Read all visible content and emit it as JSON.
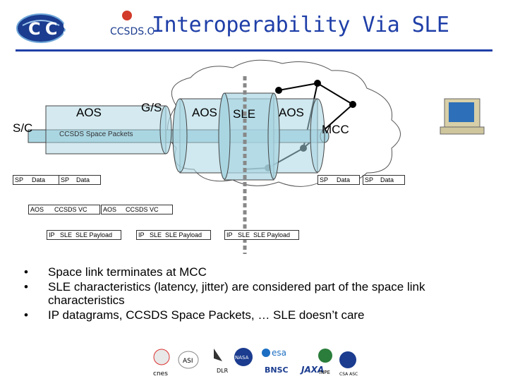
{
  "slide": {
    "title": "Interoperability Via SLE",
    "logo_text": "CCSDS.ORG",
    "colors": {
      "title": "#1f3fa8",
      "pipe": "#aad6e2",
      "aos_box": "#ffffff"
    }
  },
  "diagram": {
    "labels": {
      "sc": "S/C",
      "aos_left": "AOS",
      "gs": "G/S",
      "aos_mid": "AOS",
      "sle": "SLE",
      "aos_right": "AOS",
      "mcc": "MCC",
      "space_packets": "CCSDS Space Packets"
    },
    "stacks": {
      "row1": [
        {
          "sp": "SP",
          "data": "Data"
        },
        {
          "sp": "SP",
          "data": "Data"
        },
        {
          "sp": "SP",
          "data": "Data"
        },
        {
          "sp": "SP",
          "data": "Data"
        }
      ],
      "row2": [
        {
          "aos": "AOS",
          "vc": "CCSDS VC"
        },
        {
          "aos": "AOS",
          "vc": "CCSDS VC"
        }
      ],
      "row3": [
        {
          "ip": "IP",
          "sle": "SLE",
          "payload": "SLE Payload"
        },
        {
          "ip": "IP",
          "sle": "SLE",
          "payload": "SLE Payload"
        },
        {
          "ip": "IP",
          "sle": "SLE",
          "payload": "SLE Payload"
        }
      ]
    }
  },
  "bullets": [
    {
      "mark": "•",
      "text": "Space link terminates at MCC"
    },
    {
      "mark": "•",
      "text": "SLE characteristics (latency, jitter) are considered part of the space link characteristics"
    },
    {
      "mark": "•",
      "text": "IP datagrams, CCSDS Space Packets, … SLE doesn’t care"
    }
  ],
  "agencies": [
    "cnes",
    "ASI",
    "DLR",
    "NASA",
    "esa",
    "BNSC",
    "JAXA",
    "INPE",
    "CSA ASC"
  ]
}
